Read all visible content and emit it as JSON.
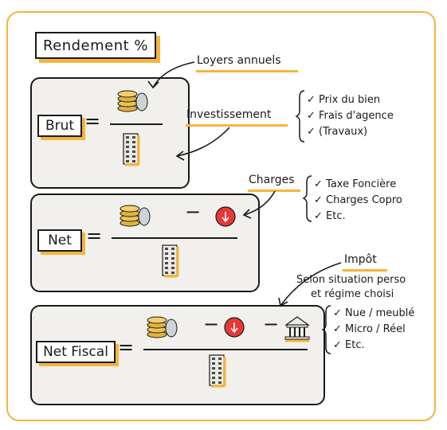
{
  "title": "Rendement %",
  "annotations": {
    "loyers": "Loyers annuels",
    "investissement": "Investissement",
    "charges": "Charges",
    "impot": "Impôt",
    "impot_sub1": "Selon situation perso",
    "impot_sub2": "et régime choisi"
  },
  "lists": {
    "investissement": [
      "✓ Prix du bien",
      "✓ Frais d'agence",
      "✓ (Travaux)"
    ],
    "charges": [
      "✓ Taxe Foncière",
      "✓ Charges Copro",
      "✓ Etc."
    ],
    "impot": [
      "✓ Nue / meublé",
      "✓ Micro / Réel",
      "✓ Etc."
    ]
  },
  "formulas": {
    "brut": {
      "label": "Brut",
      "equals": "="
    },
    "net": {
      "label": "Net",
      "equals": "=",
      "minus": "−"
    },
    "fiscal": {
      "label": "Net Fiscal",
      "equals": "=",
      "minus1": "−",
      "minus2": "−"
    }
  },
  "icons": {
    "coins": "coins-icon",
    "building": "building-icon",
    "minus_circle": "down-arrow-circle-icon",
    "tax": "bank-building-icon"
  },
  "colors": {
    "accent": "#f5b53a",
    "red": "#e53935",
    "panel": "#f1f0ec"
  }
}
